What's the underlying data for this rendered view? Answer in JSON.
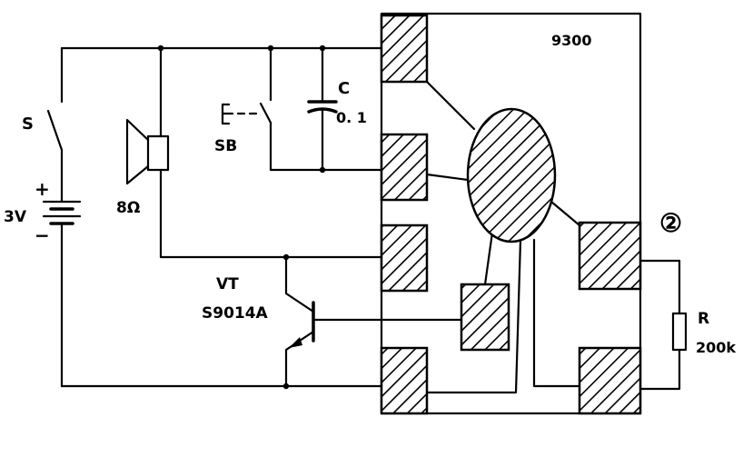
{
  "chip": {
    "label": "9300"
  },
  "switch_s": {
    "label": "S"
  },
  "battery": {
    "label": "3V",
    "plus": "+",
    "minus": "−"
  },
  "speaker": {
    "label": "8Ω"
  },
  "button_sb": {
    "label": "SB"
  },
  "capacitor": {
    "label": "C",
    "value": "0. 1"
  },
  "transistor": {
    "label": "VT",
    "model": "S9014A"
  },
  "resistor": {
    "label": "R",
    "value": "200k"
  },
  "marker": {
    "label": "②"
  }
}
